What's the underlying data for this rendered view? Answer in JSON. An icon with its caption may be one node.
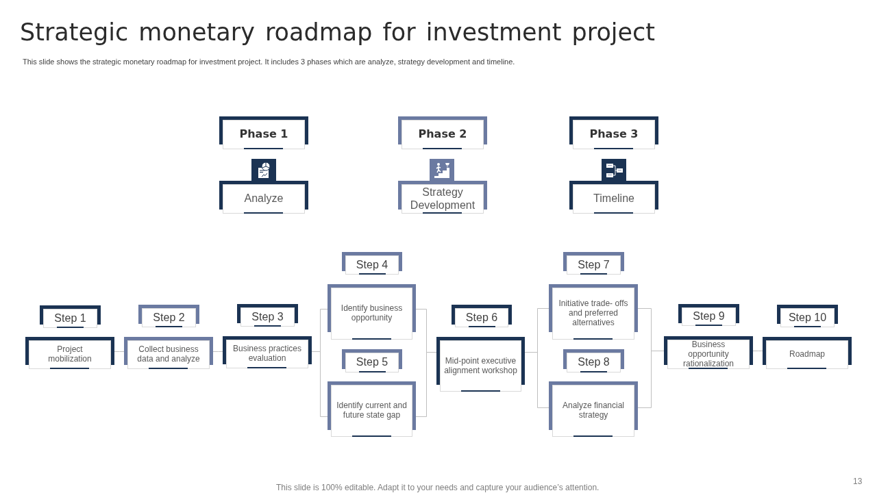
{
  "diagram": {
    "title": "Strategic monetary roadmap for investment project",
    "nodes": [
      {
        "text": [
          "Phase 1"
        ]
      },
      {
        "text": [
          "Analyze"
        ]
      },
      {
        "text": [
          "Phase 2"
        ]
      },
      {
        "text": [
          "Strategy Development"
        ]
      },
      {
        "text": [
          "Phase 3"
        ]
      },
      {
        "text": [
          "Timeline"
        ]
      },
      {
        "text": [
          "Step 1"
        ]
      },
      {
        "text": [
          "Project mobilization"
        ]
      },
      {
        "text": [
          "Step 2"
        ]
      },
      {
        "text": [
          "Collect business data and analyze"
        ]
      },
      {
        "text": [
          "Step 3"
        ]
      },
      {
        "text": [
          "Business practices evaluation"
        ]
      },
      {
        "text": [
          "Step 4"
        ]
      },
      {
        "text": [
          "Identify business opportunity"
        ]
      },
      {
        "text": [
          "Step 5"
        ]
      },
      {
        "text": [
          "Identify current and future state gap"
        ]
      },
      {
        "text": [
          "Step 6"
        ]
      },
      {
        "text": [
          "Mid-point executive alignment workshop"
        ]
      },
      {
        "text": [
          "Step 7"
        ]
      },
      {
        "text": [
          "Initiative trade- offs and preferred alternatives"
        ]
      },
      {
        "text": [
          "Step 8"
        ]
      },
      {
        "text": [
          "Analyze financial strategy"
        ]
      },
      {
        "text": [
          "Step 9"
        ]
      },
      {
        "text": [
          "Business opportunity rationalization"
        ]
      },
      {
        "text": [
          "Step 10"
        ]
      },
      {
        "text": [
          "Roadmap"
        ]
      }
    ],
    "edges": [
      {
        "from": 7,
        "to": 9,
        "arrow": "none"
      },
      {
        "from": 9,
        "to": 11,
        "arrow": "none"
      },
      {
        "from": 11,
        "to": 13,
        "arrow": "none"
      },
      {
        "from": 11,
        "to": 15,
        "arrow": "none"
      },
      {
        "from": 13,
        "to": 17,
        "arrow": "none"
      },
      {
        "from": 15,
        "to": 17,
        "arrow": "none"
      },
      {
        "from": 17,
        "to": 19,
        "arrow": "none"
      },
      {
        "from": 17,
        "to": 21,
        "arrow": "none"
      },
      {
        "from": 19,
        "to": 23,
        "arrow": "none"
      },
      {
        "from": 21,
        "to": 23,
        "arrow": "none"
      },
      {
        "from": 23,
        "to": 25,
        "arrow": "none"
      }
    ],
    "labels": [
      "This slide shows the strategic monetary roadmap for investment project. It includes 3 phases which are analyze, strategy development and timeline.",
      "This slide is 100% editable. Adapt it to your needs and capture your audience’s attention.",
      "13"
    ]
  }
}
